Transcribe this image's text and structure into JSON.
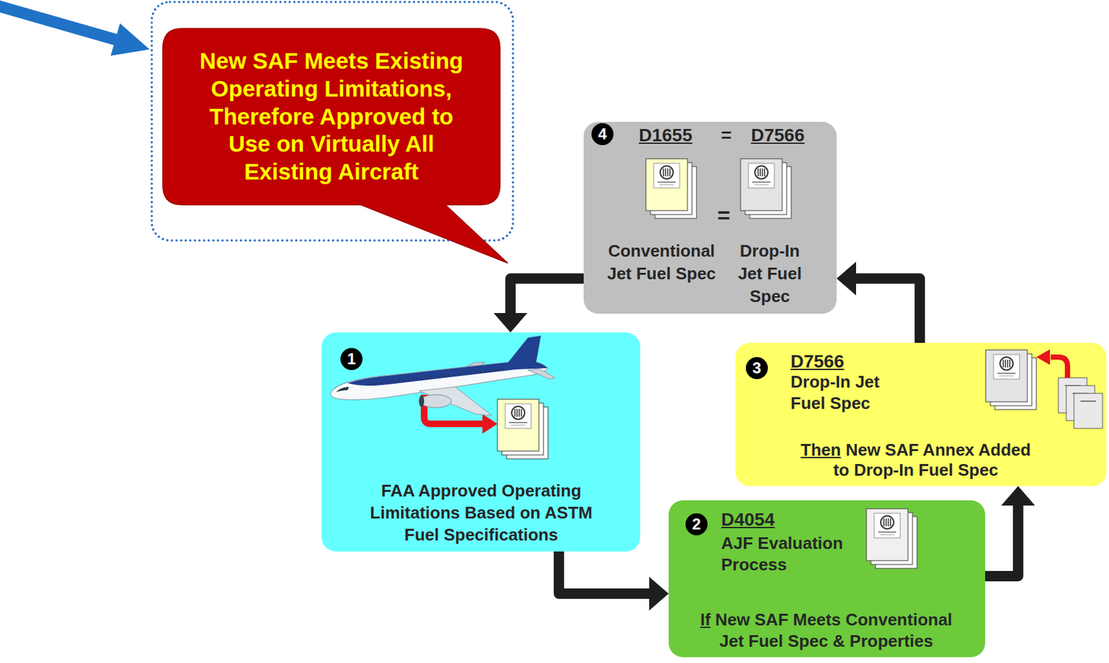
{
  "diagram": {
    "nodes": [
      {
        "text": [
          "New SAF Meets Existing Operating Limitations, Therefore Approved to Use on Virtually All Existing Aircraft"
        ]
      },
      {
        "text": [
          "D1655",
          "=",
          "D7566",
          "=",
          "Conventional Jet Fuel Spec",
          "Drop-In Jet Fuel Spec"
        ]
      },
      {
        "text": [
          "4"
        ],
        "in": 1
      },
      {
        "text": [
          "FAA Approved Operating Limitations Based on ASTM Fuel Specifications"
        ]
      },
      {
        "text": [
          "1"
        ],
        "in": 3
      },
      {
        "text": [
          "D4054",
          "AJF Evaluation Process",
          "If",
          "New SAF Meets Conventional Jet Fuel Spec & Properties"
        ]
      },
      {
        "text": [
          "2"
        ],
        "in": 5
      },
      {
        "text": [
          "D7566",
          "Drop-In Jet Fuel Spec",
          "Then",
          "New SAF Annex Added to Drop-In Fuel Spec"
        ]
      },
      {
        "text": [
          "3"
        ],
        "in": 7
      }
    ],
    "edges": [
      {
        "from": 1,
        "to": 3,
        "arrow": "to"
      },
      {
        "from": 3,
        "to": 5,
        "arrow": "to"
      },
      {
        "from": 5,
        "to": 7,
        "arrow": "to"
      },
      {
        "from": 7,
        "to": 1,
        "arrow": "to"
      }
    ]
  }
}
